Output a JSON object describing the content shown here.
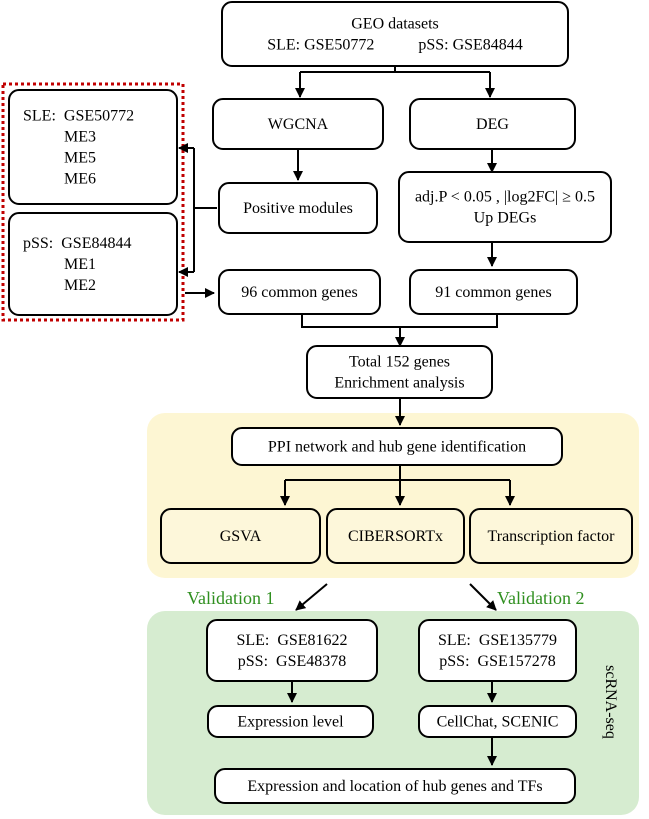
{
  "colors": {
    "box_stroke": "#000000",
    "box_fill": "#ffffff",
    "analysis_box_fill": "#fdf7da",
    "analysis_region": "#fdf6d3",
    "validation_region": "#d6ecd0",
    "side_border": "#c00000",
    "validation_label": "#2f8f1f",
    "connector": "#000000"
  },
  "nodes": {
    "geo": {
      "lines": [
        "GEO datasets",
        "SLE: GSE50772           pSS: GSE84844"
      ]
    },
    "wgcna": {
      "lines": [
        "WGCNA"
      ]
    },
    "deg": {
      "lines": [
        "DEG"
      ]
    },
    "positive_modules": {
      "lines": [
        "Positive modules"
      ]
    },
    "deg_filter": {
      "lines": [
        "adj.P < 0.05 , |log2FC| ≥ 0.5",
        "Up DEGs"
      ]
    },
    "common96": {
      "lines": [
        "96 common genes"
      ]
    },
    "common91": {
      "lines": [
        "91 common genes"
      ]
    },
    "total": {
      "lines": [
        "Total 152 genes",
        "Enrichment analysis"
      ]
    },
    "ppi": {
      "lines": [
        "PPI network and hub gene identification"
      ]
    },
    "gsva": {
      "lines": [
        "GSVA"
      ]
    },
    "cibersortx": {
      "lines": [
        "CIBERSORTx"
      ]
    },
    "tf": {
      "lines": [
        "Transcription factor"
      ]
    },
    "val1_data": {
      "lines": [
        "SLE:  GSE81622",
        "pSS:  GSE48378"
      ]
    },
    "val2_data": {
      "lines": [
        "SLE:  GSE135779",
        "pSS:  GSE157278"
      ]
    },
    "expression_level": {
      "lines": [
        "Expression level"
      ]
    },
    "cellchat": {
      "lines": [
        "CellChat, SCENIC"
      ]
    },
    "hub_location": {
      "lines": [
        "Expression and location of hub genes and TFs"
      ]
    },
    "sle_modules": {
      "lines": [
        "SLE:  GSE50772",
        "ME3",
        "ME5",
        "ME6"
      ]
    },
    "pss_modules": {
      "lines": [
        "pSS:  GSE84844",
        "ME1",
        "ME2"
      ]
    }
  },
  "labels": {
    "validation1": "Validation 1",
    "validation2": "Validation 2",
    "scrna": "scRNA-seq"
  }
}
